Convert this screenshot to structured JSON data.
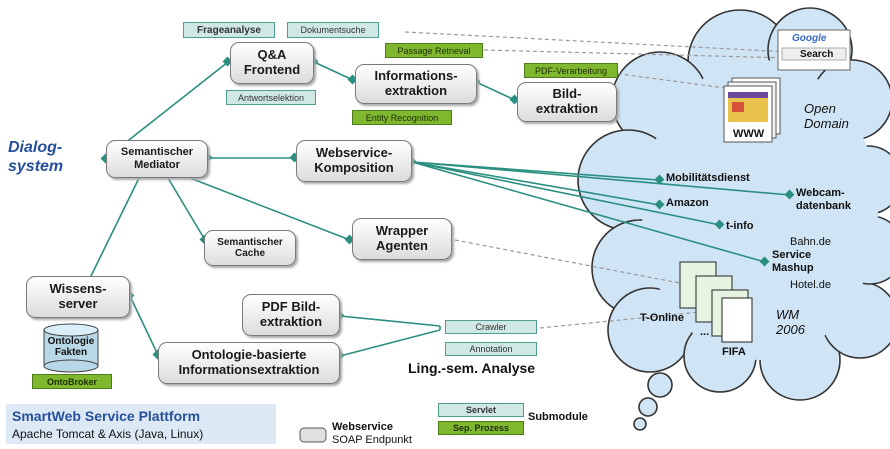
{
  "diagram": {
    "nodes": {
      "qa_frontend": "Q&A\nFrontend",
      "informationsextraktion": "Informations-\nextraktion",
      "bildextraktion": "Bild-\nextraktion",
      "semantischer_mediator": "Semantischer\nMediator",
      "webservice_komposition": "Webservice-\nKomposition",
      "wrapper_agenten": "Wrapper\nAgenten",
      "semantischer_cache": "Semantischer\nCache",
      "wissensserver": "Wissens-\nserver",
      "pdf_bildextraktion": "PDF Bild-\nextraktion",
      "ontologie_ie": "Ontologie-basierte\nInformationsextraktion"
    },
    "tags": {
      "frageanalyse": "Frageanalyse",
      "dokumentsuche": "Dokumentsuche",
      "passage_retrieval": "Passage Retrieval",
      "pdf_verarbeitung": "PDF-Verarbeitung",
      "antwortselektion": "Antwortselektion",
      "entity_recognition": "Entity Recognition",
      "crawler": "Crawler",
      "annotation": "Annotation",
      "ontobroker": "OntoBroker",
      "servlet": "Servlet",
      "sep_prozess": "Sep. Prozess"
    },
    "labels": {
      "dialogsystem": "Dialog-\nsystem",
      "ontologie_fakten": "Ontologie\nFakten",
      "ling_sem_analyse": "Ling.-sem. Analyse",
      "google": "Google",
      "search": "Search",
      "www": "WWW",
      "open_domain": "Open\nDomain",
      "mobilitaetsdienst": "Mobilitätsdienst",
      "webcam_datenbank": "Webcam-\ndatenbank",
      "amazon": "Amazon",
      "t_info": "t-info",
      "bahn_de": "Bahn.de",
      "service_mashup": "Service\nMashup",
      "hotel_de": "Hotel.de",
      "t_online": "T-Online",
      "ellipsis": "...",
      "fifa": "FIFA",
      "wm_2006": "WM\n2006"
    },
    "legend": {
      "platform_title": "SmartWeb Service Plattform",
      "platform_sub": "Apache Tomcat & Axis (Java, Linux)",
      "webservice": "Webservice",
      "soap": "SOAP Endpunkt",
      "submodule": "Submodule"
    },
    "colors": {
      "connector": "#2a8f80",
      "connector_dashed": "#9a9a9a",
      "cloud_fill": "#cfe4f5",
      "cloud_stroke": "#333333",
      "accent_blue": "#27509b",
      "tag_green": "#7fb82e",
      "tag_teal": "#cfe8e4"
    }
  }
}
